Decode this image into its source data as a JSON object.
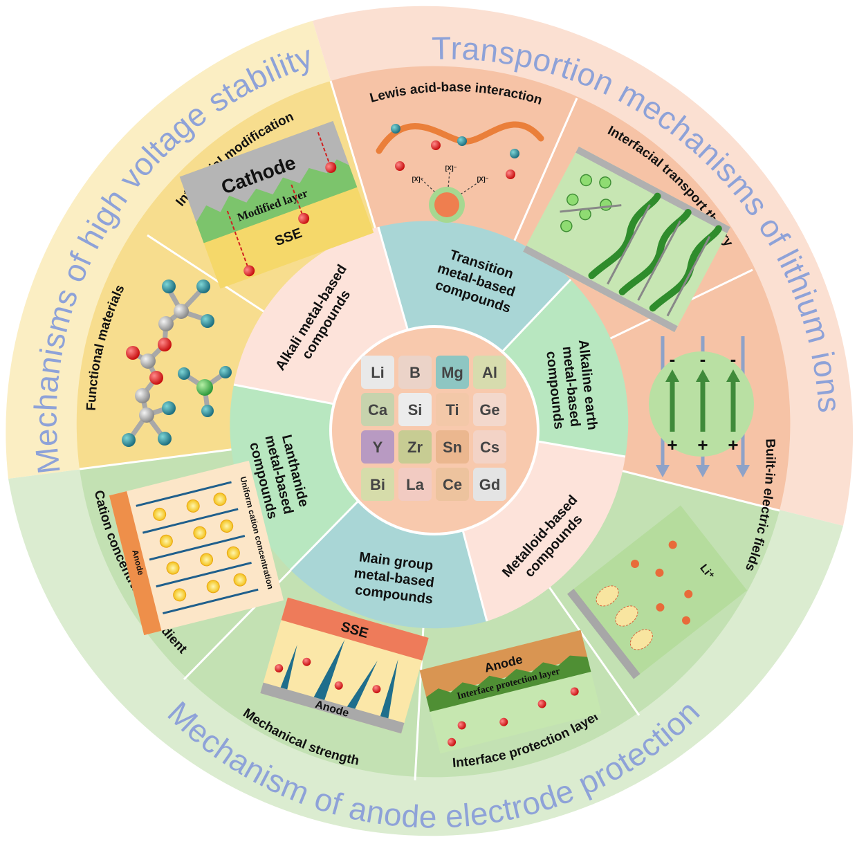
{
  "outer_ring": {
    "high_voltage": "Mechanisms of high voltage stability",
    "transport": "Transportion mechanisms of lithium ions",
    "anode": "Mechanism of anode electrode protection"
  },
  "middle_ring": {
    "lewis": "Lewis acid-base interaction",
    "interfacial_transport": "Interfacial transport theory",
    "built_in": "Built-in electric fields",
    "interface_protection": "Interface protection layer",
    "mechanical": "Mechanical strength",
    "cation_gradient": "Cation concentration gradient",
    "functional": "Functional materials",
    "interfacial_mod": "Interfacial modification"
  },
  "inner_ring": {
    "transition": [
      "Transition",
      "metal-based",
      "compounds"
    ],
    "alkaline_earth": [
      "Alkaline earth",
      "metal-based",
      "compounds"
    ],
    "metalloid": [
      "Metalloid-based",
      "compounds"
    ],
    "main_group": [
      "Main group",
      "metal-based",
      "compounds"
    ],
    "lanthanide": [
      "Lanthanide",
      "metal-based",
      "compounds"
    ],
    "alkali": [
      "Alkali metal-based",
      "compounds"
    ]
  },
  "elements": [
    {
      "symbol": "Li",
      "color": "#e9e9e9"
    },
    {
      "symbol": "B",
      "color": "#ebd3c8"
    },
    {
      "symbol": "Mg",
      "color": "#8ec6c2"
    },
    {
      "symbol": "Al",
      "color": "#d7dcae"
    },
    {
      "symbol": "Ca",
      "color": "#c7d3ad"
    },
    {
      "symbol": "Si",
      "color": "#ececec"
    },
    {
      "symbol": "Ti",
      "color": "#f3c8a8"
    },
    {
      "symbol": "Ge",
      "color": "#f3d8cc"
    },
    {
      "symbol": "Y",
      "color": "#b89ac2"
    },
    {
      "symbol": "Zr",
      "color": "#c7cc93"
    },
    {
      "symbol": "Sn",
      "color": "#ebb78f"
    },
    {
      "symbol": "Cs",
      "color": "#f3d3c6"
    },
    {
      "symbol": "Bi",
      "color": "#d6dcaa"
    },
    {
      "symbol": "La",
      "color": "#f2cbc2"
    },
    {
      "symbol": "Ce",
      "color": "#edc39e"
    },
    {
      "symbol": "Gd",
      "color": "#e4e4e4"
    }
  ],
  "illustrations": {
    "cathode": "Cathode",
    "modified_layer": "Modified layer",
    "sse_top": "SSE",
    "sse_mech": "SSE",
    "anode_mech": "Anode",
    "anode_ipl": "Anode",
    "ipl_inner": "Interface protection layer",
    "uniform": "Uniform cation concentration",
    "anode_grad": "Anode",
    "li_ion": "Li⁺",
    "anion": "[X]⁻"
  },
  "colors": {
    "accent_title": "#8ea2d8",
    "zone_orange": "#f6c8ad",
    "zone_green": "#c3e0b4",
    "zone_yellow": "#f6df95"
  }
}
